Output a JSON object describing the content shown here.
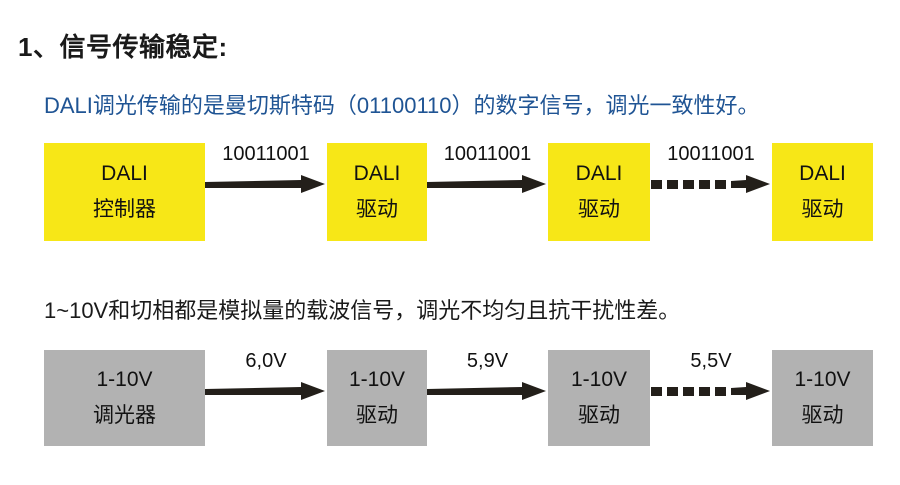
{
  "slide": {
    "heading": "1、信号传输稳定:",
    "dali_statement": "DALI调光传输的是曼切斯特码（01100110）的数字信号，调光一致性好。",
    "analog_statement": "1~10V和切相都是模拟量的载波信号，调光不均匀且抗干扰性差。"
  },
  "colors": {
    "dali_box": "#f7e717",
    "analog_box": "#b2b2b2",
    "accent_blue": "#1f5494",
    "text": "#1a1a1a",
    "arrow": "#231f1a"
  },
  "dali_flow": {
    "nodes": [
      {
        "line1": "DALI",
        "line2": "控制器"
      },
      {
        "line1": "DALI",
        "line2": "驱动"
      },
      {
        "line1": "DALI",
        "line2": "驱动"
      },
      {
        "line1": "DALI",
        "line2": "驱动"
      }
    ],
    "connectors": [
      {
        "label": "10011001",
        "style": "solid"
      },
      {
        "label": "10011001",
        "style": "solid"
      },
      {
        "label": "10011001",
        "style": "dashed"
      }
    ]
  },
  "analog_flow": {
    "nodes": [
      {
        "line1": "1-10V",
        "line2": "调光器"
      },
      {
        "line1": "1-10V",
        "line2": "驱动"
      },
      {
        "line1": "1-10V",
        "line2": "驱动"
      },
      {
        "line1": "1-10V",
        "line2": "驱动"
      }
    ],
    "connectors": [
      {
        "label": "6,0V",
        "style": "solid"
      },
      {
        "label": "5,9V",
        "style": "solid"
      },
      {
        "label": "5,5V",
        "style": "dashed"
      }
    ]
  }
}
